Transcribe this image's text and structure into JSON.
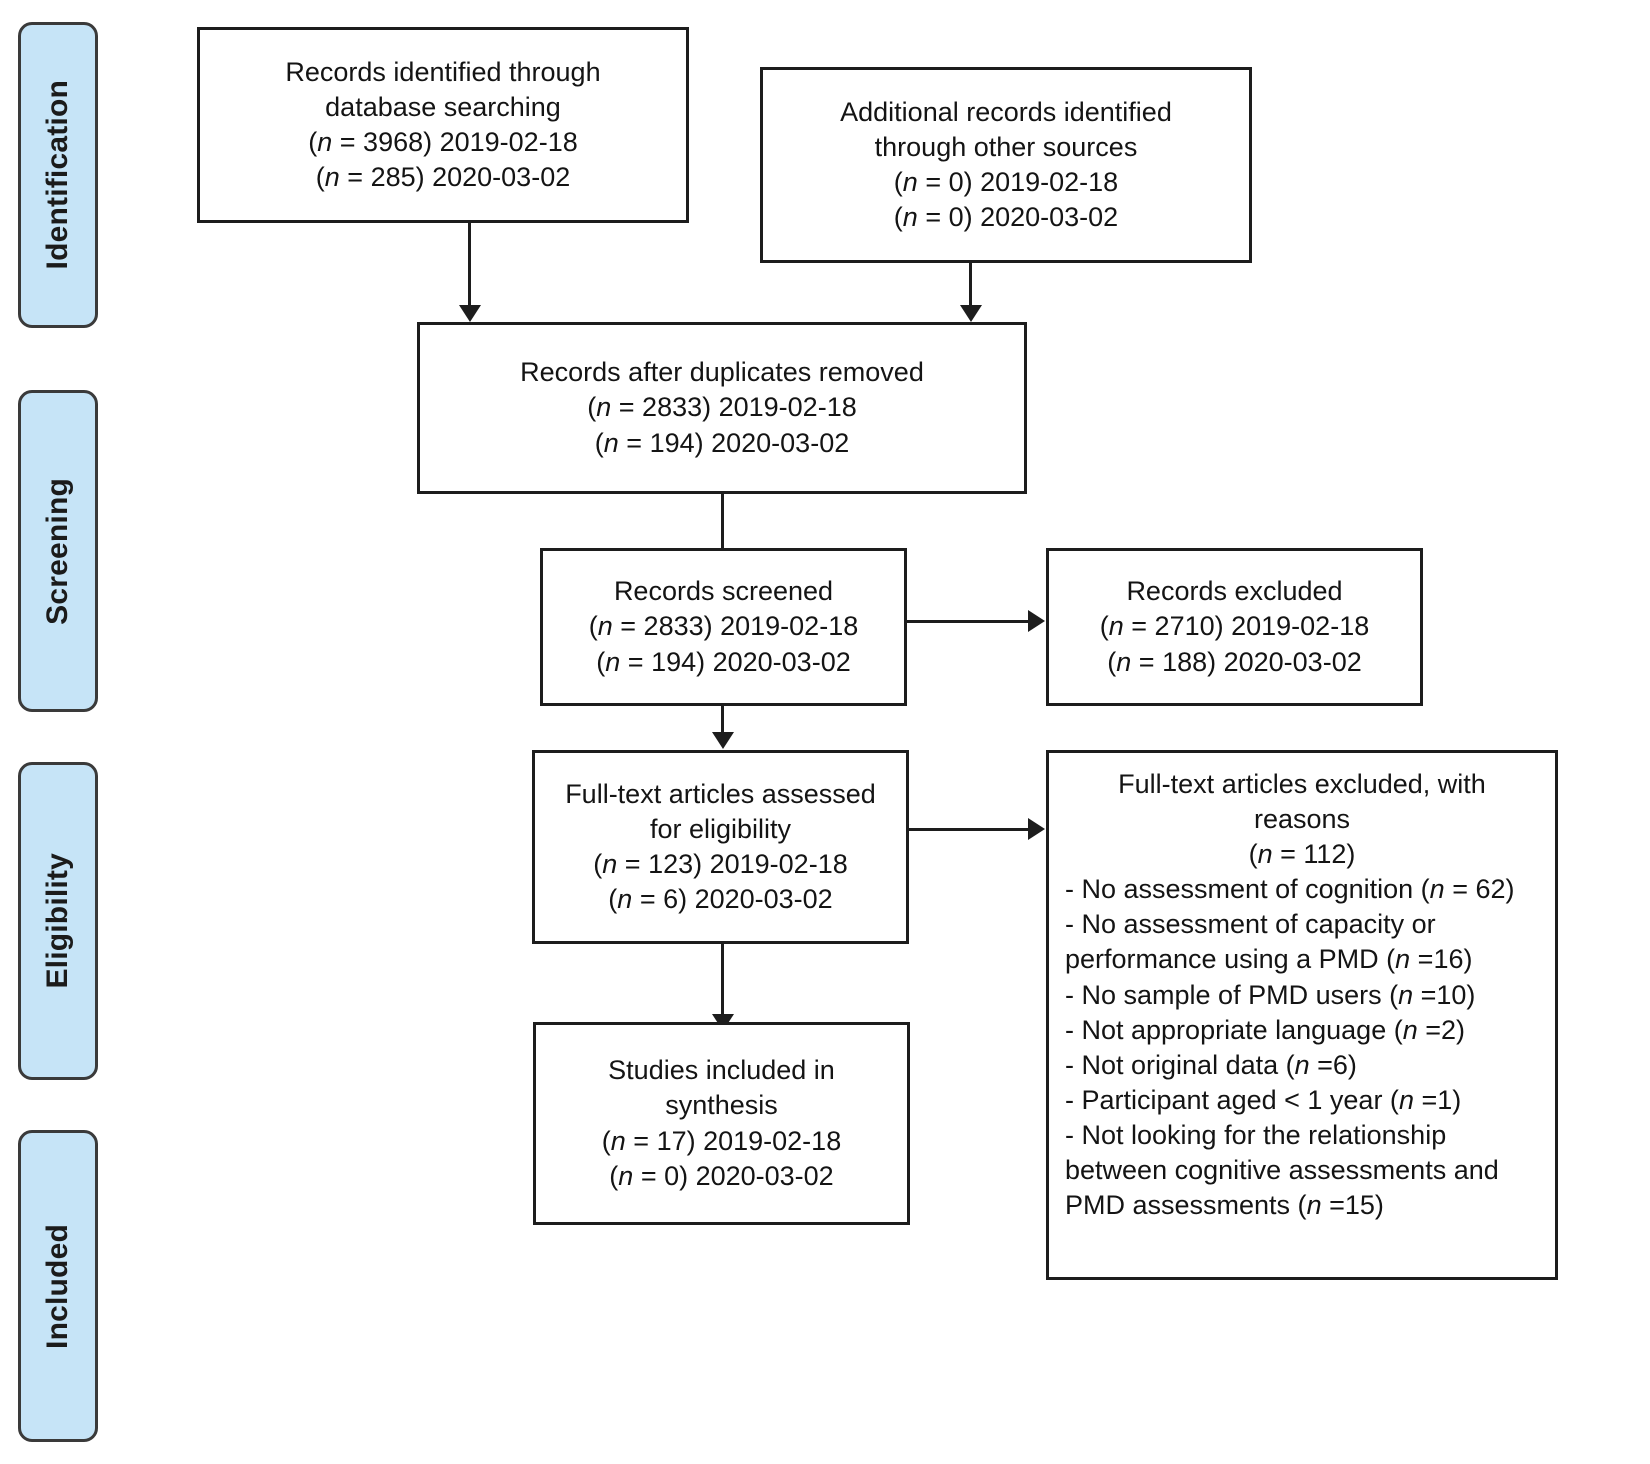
{
  "stages": [
    {
      "label": "Identification"
    },
    {
      "label": "Screening"
    },
    {
      "label": "Eligibility"
    },
    {
      "label": "Included"
    }
  ],
  "boxes": {
    "database_search": {
      "lines": [
        "Records identified through",
        "database searching",
        "(n = 3968) 2019-02-18",
        "(n = 285) 2020-03-02"
      ]
    },
    "other_sources": {
      "lines": [
        "Additional records identified",
        "through other sources",
        "(n = 0) 2019-02-18",
        "(n = 0) 2020-03-02"
      ]
    },
    "duplicates_removed": {
      "lines": [
        "Records after duplicates removed",
        "(n = 2833) 2019-02-18",
        "(n = 194) 2020-03-02"
      ]
    },
    "records_screened": {
      "lines": [
        "Records screened",
        "(n = 2833) 2019-02-18",
        "(n = 194) 2020-03-02"
      ]
    },
    "records_excluded": {
      "lines": [
        "Records excluded",
        "(n = 2710) 2019-02-18",
        "(n = 188) 2020-03-02"
      ]
    },
    "fulltext_assessed": {
      "lines": [
        "Full-text articles assessed",
        "for eligibility",
        "(n = 123) 2019-02-18",
        "(n = 6) 2020-03-02"
      ]
    },
    "studies_included": {
      "lines": [
        "Studies included in",
        "synthesis",
        "(n = 17) 2019-02-18",
        "(n = 0) 2020-03-02"
      ]
    },
    "fulltext_excluded": {
      "heading": [
        "Full-text articles excluded, with",
        "reasons",
        "(n = 112)"
      ],
      "reasons": [
        "- No assessment of cognition (n = 62)",
        "- No assessment of capacity or",
        "performance using a PMD (n =16)",
        "- No sample of PMD users (n =10)",
        "- Not appropriate language (n =2)",
        "- Not original data (n =6)",
        "- Participant aged < 1 year (n =1)",
        "- Not looking for the relationship",
        "between cognitive assessments and",
        "PMD assessments (n =15)"
      ]
    }
  },
  "colors": {
    "stage_tab_fill": "#c6e4f7",
    "stage_tab_border": "#3a3a3a",
    "box_border": "#1d1d1d",
    "text": "#141414",
    "background": "#ffffff"
  }
}
